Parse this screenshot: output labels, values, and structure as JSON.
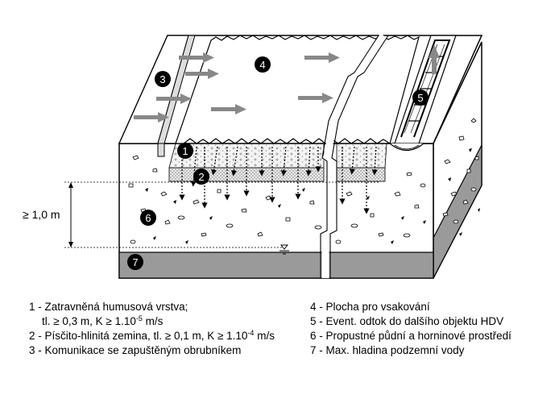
{
  "diagram": {
    "depth_label": "≥ 1,0 m",
    "markers": [
      "1",
      "2",
      "3",
      "4",
      "5",
      "6",
      "7"
    ]
  },
  "legend": {
    "item1": {
      "line1": "1 - Zatravněná humusová vrstva;",
      "line2_pre": "tl. ≥ 0,3 m, K ≥ 1.10",
      "line2_exp": "-5",
      "line2_post": " m/s"
    },
    "item2": {
      "pre": "2 - Písčito-hlinitá zemina, tl. ≥ 0,1 m, K ≥ 1.10",
      "exp": "-4",
      "post": " m/s"
    },
    "item3": "3 - Komunikace se zapuštěným obrubníkem",
    "item4": "4 - Plocha pro vsakování",
    "item5": "5 - Event. odtok do dalšího objektu HDV",
    "item6": "6 - Propustné půdní a horninové prostředí",
    "item7": "7 - Max. hladina podzemní vody"
  },
  "colors": {
    "arrow_gray": "#888888",
    "bedrock_gray": "#9a9a9a",
    "stripe_gray": "#c8c8c8",
    "marker_black": "#000000"
  }
}
